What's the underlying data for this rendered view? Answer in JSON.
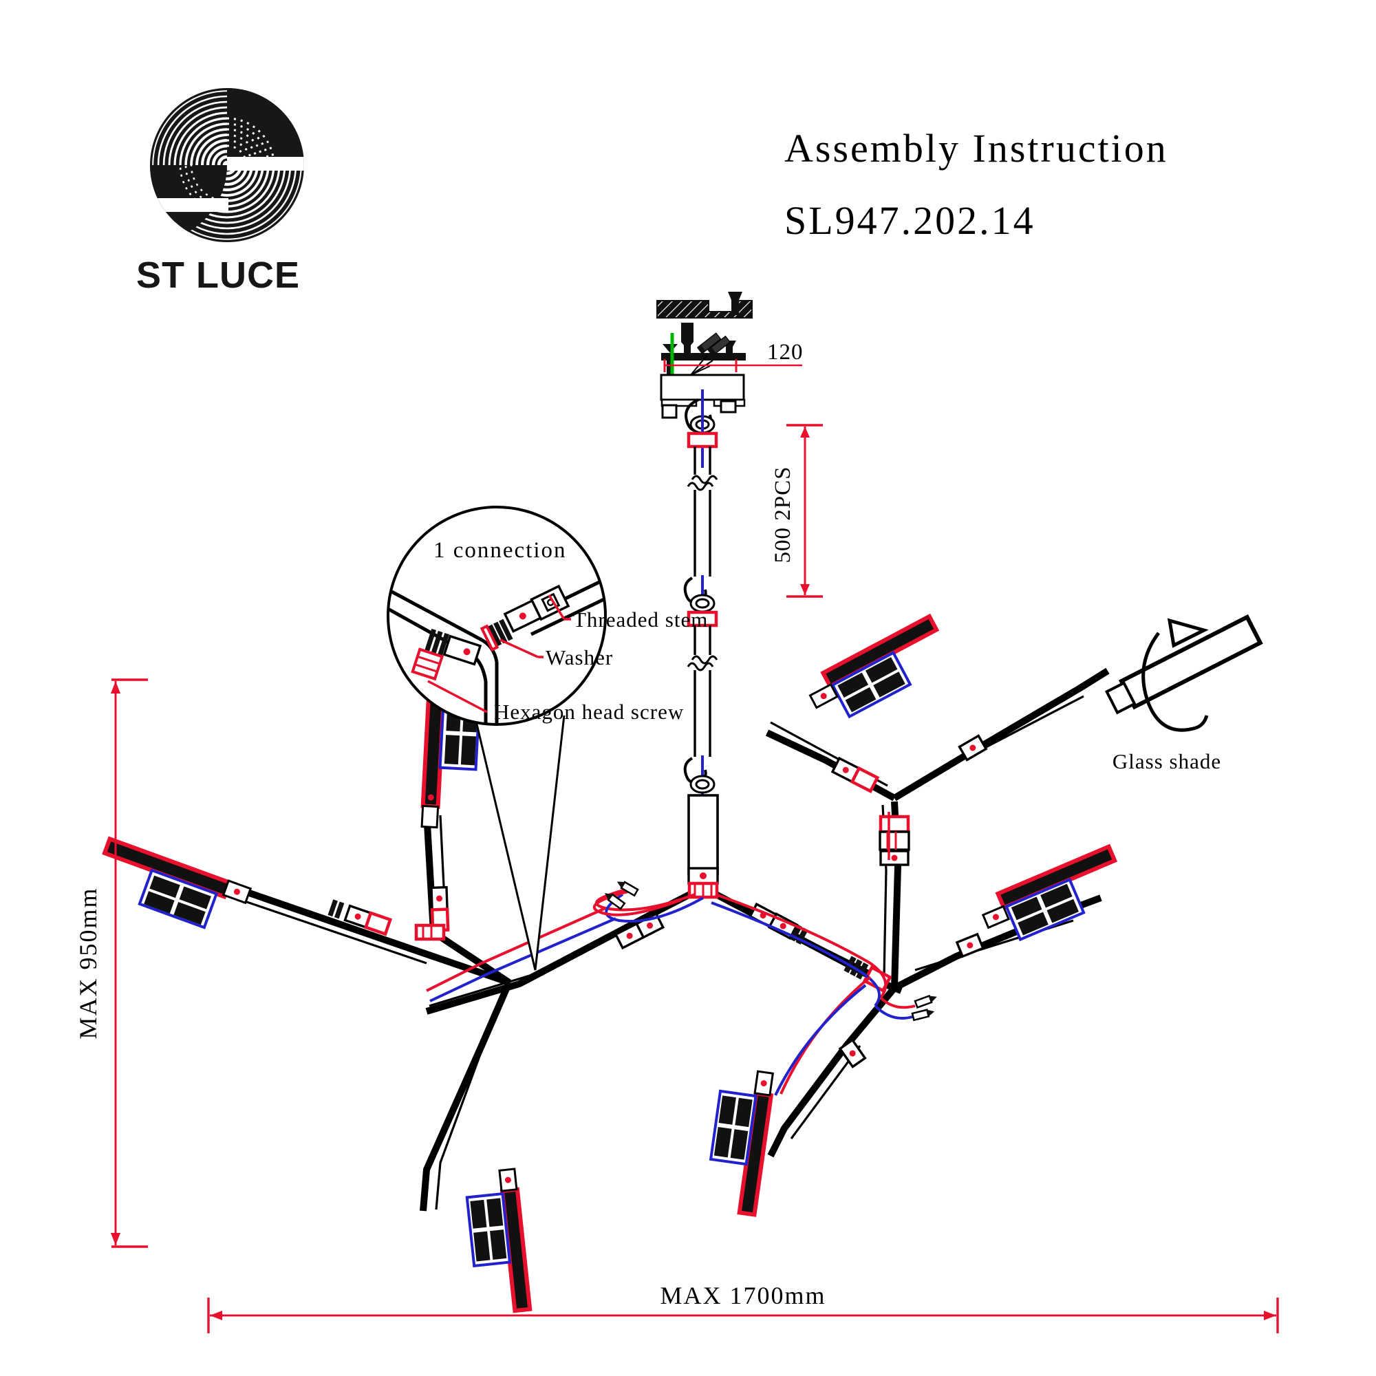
{
  "header": {
    "brand_name": "ST LUCE",
    "logo_icon": "spiral-s-logo",
    "title": "Assembly Instruction",
    "model": "SL947.202.14"
  },
  "dimensions": {
    "ceiling_plate_width": "120",
    "rod_length": "500  2PCS",
    "max_height": "MAX  950mm",
    "max_width": "MAX  1700mm"
  },
  "callout": {
    "title": "1 connection",
    "labels": {
      "threaded_stem": "Threaded stem",
      "washer": "Washer",
      "hex_screw": "Hexagon head screw"
    }
  },
  "annotations": {
    "glass_shade": "Glass shade",
    "rotation_icon": "rotate-arrow-icon"
  },
  "colors": {
    "dimension_red": "#e8112d",
    "wire_red": "#e8112d",
    "wire_blue": "#2222cc",
    "outline_black": "#000000",
    "anchor_green": "#00b400"
  },
  "product": {
    "type": "ceiling-chandelier",
    "lamp_heads": 6,
    "hub_count": 3
  }
}
